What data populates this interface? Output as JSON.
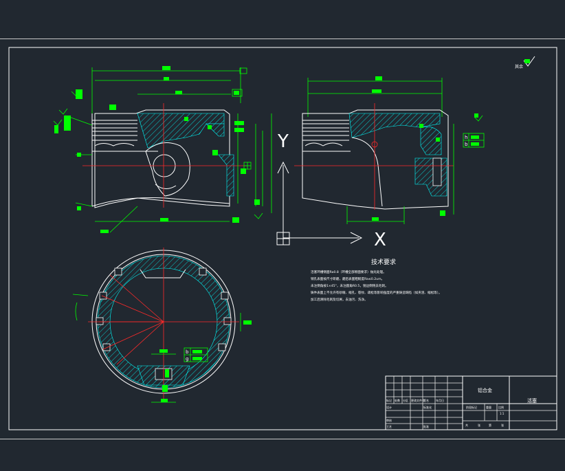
{
  "colors": {
    "background": "#212830",
    "outline": "#ffffff",
    "dimension": "#00ff00",
    "centerline": "#ff2a2a",
    "section_hatch": "#00ffff"
  },
  "axis_labels": {
    "y": "Y",
    "x": "X"
  },
  "corner_symbol": {
    "text": "其余"
  },
  "tech_requirements": {
    "title": "技术要求",
    "lines": [
      "活塞环槽侧面Ra0.8（环槽全部侧面要求）抛光处理。",
      "销孔表面按尺寸研磨，磨后表面粗糙度Ra≤0.2um。",
      "未注倒角按1×45°，未注圆角R0.5，锐边倒钝去毛刺。",
      "铸件表面上不允许有砂眼、缩孔、裂纹、疏松等影响强度的严重铸造缺陷（如夹渣、缩松等）。",
      "加工后清除毛刺及切屑，去油污、洗净。"
    ]
  },
  "datum_boxes": {
    "side_top": [
      "h",
      "b"
    ],
    "bottom": [
      "b",
      "g"
    ]
  },
  "title_block": {
    "material": "铝合金",
    "part_name": "活塞",
    "scale_label": "比例",
    "scale_value": "1:1",
    "stage_label": "阶段标记",
    "weight_label": "重量",
    "row_labels": [
      "标记",
      "处数",
      "分区",
      "更改文件号",
      "签名",
      "年月日"
    ],
    "person_labels": [
      "设计",
      "标准化",
      "审核",
      "工艺",
      "批准"
    ],
    "sheet_labels": [
      "共",
      "张",
      "第",
      "张"
    ]
  }
}
